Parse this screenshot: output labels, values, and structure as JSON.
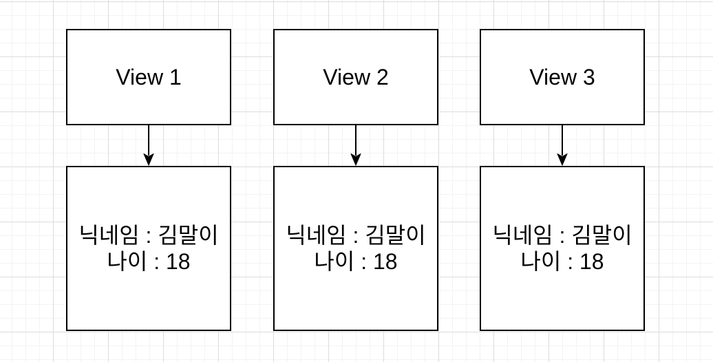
{
  "diagram": {
    "type": "flow-diagram",
    "columns": [
      {
        "view_label": "View 1",
        "info_line1": "닉네임 : 김말이",
        "info_line2": "나이 : 18"
      },
      {
        "view_label": "View 2",
        "info_line1": "닉네임 : 김말이",
        "info_line2": "나이 : 18"
      },
      {
        "view_label": "View 3",
        "info_line1": "닉네임 : 김말이",
        "info_line2": "나이 : 18"
      }
    ],
    "colors": {
      "background": "#ffffff",
      "grid_minor": "#f3f3f3",
      "grid_major": "#dcdcdc",
      "box_border": "#000000",
      "box_fill": "#ffffff",
      "arrow": "#000000",
      "text": "#000000"
    }
  }
}
